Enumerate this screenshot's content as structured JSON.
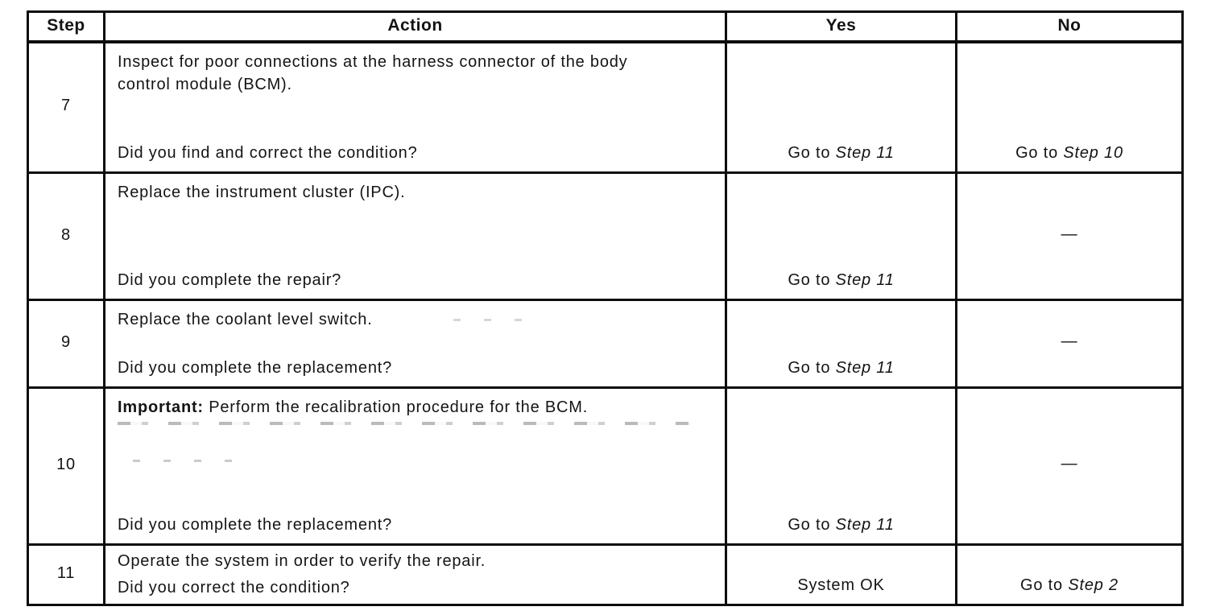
{
  "document": {
    "table": {
      "headers": {
        "step": "Step",
        "action": "Action",
        "yes": "Yes",
        "no": "No"
      },
      "rows": [
        {
          "step": "7",
          "important": "",
          "description": "Inspect for poor connections at the harness connector of the body\ncontrol module (BCM).",
          "question": "Did you find and correct the condition?",
          "yes": {
            "pre": "Go to ",
            "ref": "Step 11"
          },
          "no": {
            "pre": "Go to ",
            "ref": "Step 10"
          }
        },
        {
          "step": "8",
          "important": "",
          "description": "Replace the instrument cluster (IPC).",
          "question": "Did you complete the repair?",
          "yes": {
            "pre": "Go to ",
            "ref": "Step 11"
          },
          "no": {
            "pre": "—",
            "ref": ""
          }
        },
        {
          "step": "9",
          "important": "",
          "description": "Replace the coolant level switch.",
          "question": "Did you complete the replacement?",
          "yes": {
            "pre": "Go to ",
            "ref": "Step 11"
          },
          "no": {
            "pre": "—",
            "ref": ""
          }
        },
        {
          "step": "10",
          "important": "Important:",
          "description": " Perform the recalibration procedure for the BCM.",
          "question": "Did you complete the replacement?",
          "yes": {
            "pre": "Go to ",
            "ref": "Step 11"
          },
          "no": {
            "pre": "—",
            "ref": ""
          }
        },
        {
          "step": "11",
          "important": "",
          "description": "Operate the system in order to verify the repair.",
          "question": "Did you correct the condition?",
          "yes": {
            "pre": "System OK",
            "ref": ""
          },
          "no": {
            "pre": "Go to ",
            "ref": "Step 2"
          }
        }
      ]
    }
  }
}
